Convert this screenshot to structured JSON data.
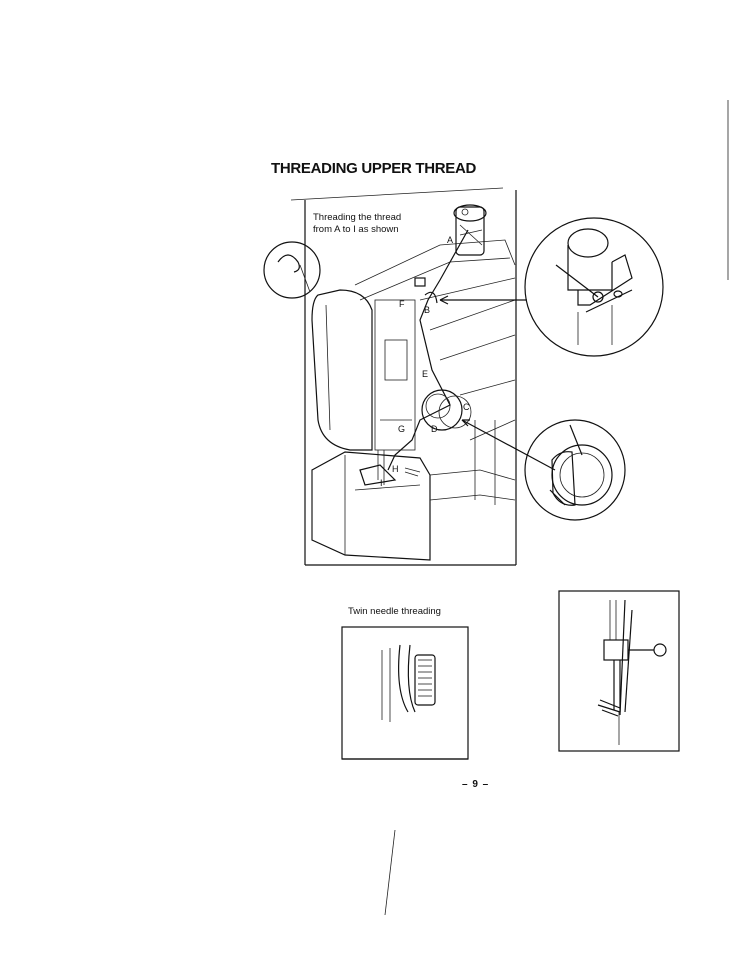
{
  "page": {
    "title": "THREADING UPPER THREAD",
    "main_caption_line1": "Threading the thread",
    "main_caption_line2": "from A to I as shown",
    "twin_caption": "Twin needle threading",
    "page_number": "– 9 –"
  },
  "figure_labels": [
    "A",
    "B",
    "C",
    "D",
    "E",
    "F",
    "G",
    "H",
    "I"
  ]
}
